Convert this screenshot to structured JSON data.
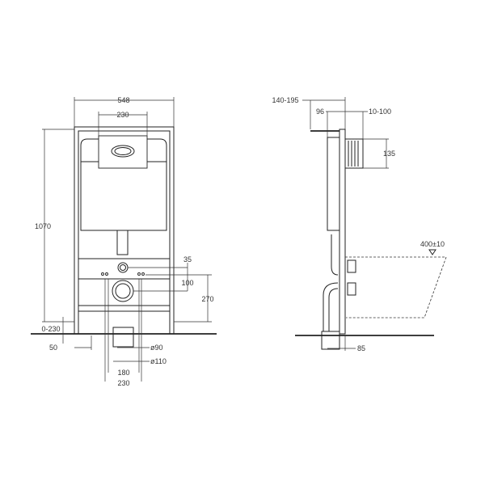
{
  "front_view": {
    "width_total": "548",
    "plate_width": "230",
    "height": "1070",
    "leg_adjust": "0-230",
    "leg_offset": "50",
    "flush_pipe_offset": "35",
    "drain_offset": "100",
    "drain_height": "270",
    "drain_diam_inner": "ø90",
    "drain_diam_outer": "ø110",
    "bolt_spacing_inner": "180",
    "bolt_spacing_outer": "230"
  },
  "side_view": {
    "depth_range": "140-195",
    "frame_depth": "96",
    "wall_range": "10-100",
    "plate_height": "135",
    "seat_height": "400±10",
    "drain_offset": "85"
  }
}
